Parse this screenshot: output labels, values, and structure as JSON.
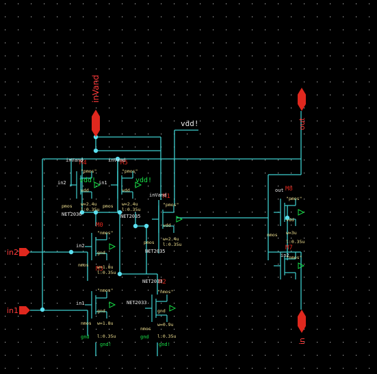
{
  "pins": {
    "inVand": "inVand",
    "vdd": "vdd!",
    "in2": "in2",
    "in1": "in1",
    "out": "out",
    "inv_out": "in"
  },
  "instances": {
    "m4": "M4",
    "m5": "M5",
    "m1": "M1",
    "m0": "M0",
    "m3": "M3",
    "m2": "M2",
    "m7": "M7",
    "m8": "M8"
  },
  "nets": {
    "net2036": "NET2036",
    "net2035": "NET2035",
    "net2033": "NET2033",
    "in2": "in2",
    "in1": "in1",
    "inVand": "inVand",
    "out": "out",
    "gnd": "gnd!",
    "vdd": "vdd!",
    "vdd_short": "vdd"
  },
  "params": {
    "pmos_model": "\"pmos\"",
    "nmos_model": "\"nmos\"",
    "pmos": "pmos",
    "nmos": "nmos",
    "w24": "w=2.4u",
    "w18": "w=1.8u",
    "w09": "w=0.9u",
    "w3": "w=3u",
    "l035": "l:0.35u",
    "vdd1": "vdd",
    "gnd1": "gnd",
    "vdd_t": "vdd!",
    "gnd_t": "gnd!"
  },
  "colors": {
    "background": "#000000",
    "grid": "#aaaaaa",
    "wire": "#3fd0d0",
    "device": "#3fd0d0",
    "pin": "#e0281e",
    "pin_text": "#ff3b3b",
    "label": "#e8e8e8",
    "param": "#f0e090",
    "supply": "#18e048"
  }
}
